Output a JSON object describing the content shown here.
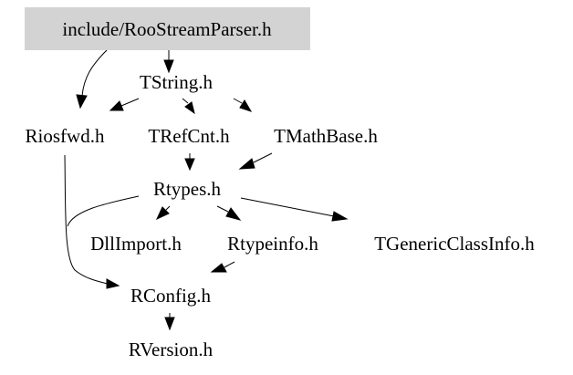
{
  "graph": {
    "nodes": [
      {
        "id": "roostreamparser",
        "label": "include/RooStreamParser.h",
        "highlight": true
      },
      {
        "id": "tstring",
        "label": "TString.h"
      },
      {
        "id": "riosfwd",
        "label": "Riosfwd.h"
      },
      {
        "id": "trefcnt",
        "label": "TRefCnt.h"
      },
      {
        "id": "tmathbase",
        "label": "TMathBase.h"
      },
      {
        "id": "rtypes",
        "label": "Rtypes.h"
      },
      {
        "id": "dllimport",
        "label": "DllImport.h"
      },
      {
        "id": "rtypeinfo",
        "label": "Rtypeinfo.h"
      },
      {
        "id": "tgenericclassinfo",
        "label": "TGenericClassInfo.h"
      },
      {
        "id": "rconfig",
        "label": "RConfig.h"
      },
      {
        "id": "rversion",
        "label": "RVersion.h"
      }
    ],
    "edges": [
      {
        "from": "roostreamparser",
        "to": "riosfwd"
      },
      {
        "from": "roostreamparser",
        "to": "tstring"
      },
      {
        "from": "tstring",
        "to": "riosfwd"
      },
      {
        "from": "tstring",
        "to": "trefcnt"
      },
      {
        "from": "tstring",
        "to": "tmathbase"
      },
      {
        "from": "trefcnt",
        "to": "rtypes"
      },
      {
        "from": "tmathbase",
        "to": "rtypes"
      },
      {
        "from": "riosfwd",
        "to": "rconfig"
      },
      {
        "from": "rtypes",
        "to": "rconfig"
      },
      {
        "from": "rtypes",
        "to": "dllimport"
      },
      {
        "from": "rtypes",
        "to": "rtypeinfo"
      },
      {
        "from": "rtypes",
        "to": "tgenericclassinfo"
      },
      {
        "from": "rtypeinfo",
        "to": "rconfig"
      },
      {
        "from": "rconfig",
        "to": "rversion"
      }
    ],
    "colors": {
      "root_fill": "#d3d3d3",
      "stroke": "#000000",
      "text": "#000000"
    }
  }
}
